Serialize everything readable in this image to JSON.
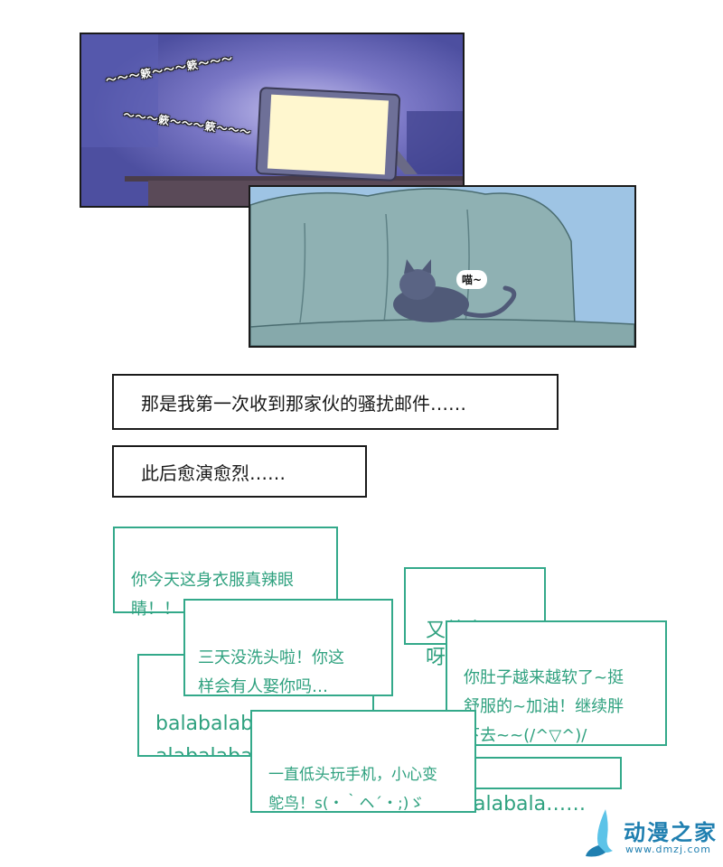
{
  "panels": {
    "night_room": {
      "sfx_line_1": "～～～簌～～～簌～～～",
      "sfx_line_2": "～～～簌～～～簌～～～"
    },
    "cat_sofa": {
      "meow": "喵~"
    }
  },
  "narration": {
    "line_1": "那是我第一次收到那家伙的骚扰邮件……",
    "line_2": "此后愈演愈烈……"
  },
  "messages": [
    {
      "text": "你今天这身衣服真辣眼\n睛！！ ┐(￣Д￣)┌"
    },
    {
      "text": "又熬夜呀！"
    },
    {
      "text": "三天没洗头啦！你这\n样会有人娶你吗…"
    },
    {
      "text": "你肚子越来越软了~挺\n舒服的~加油！继续胖\n下去~~(/^▽^)/"
    },
    {
      "text": "balabalabalabala\nalabalabalabala"
    },
    {
      "text": "alabala……"
    },
    {
      "text": "一直低头玩手机，小心变\n鸵鸟！s(・｀ヘ´・;)ゞ"
    }
  ],
  "watermark": {
    "brand": "动漫之家",
    "url": "www.dmzj.com",
    "colors": {
      "primary": "#1f7fb0",
      "accent": "#5cc3e8"
    }
  },
  "colors": {
    "message_border": "#33a98a",
    "message_text": "#2fa17f",
    "panel_border": "#1a1a1a"
  }
}
